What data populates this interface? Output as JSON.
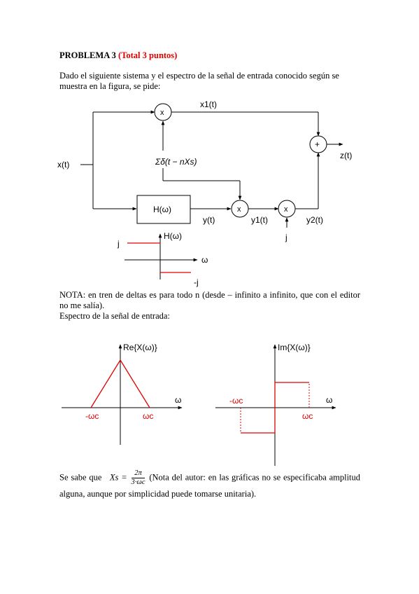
{
  "header": {
    "title_main": "PROBLEMA 3",
    "title_points": "(Total 3 puntos)"
  },
  "intro_text": "Dado el siguiente sistema y el espectro de la señal de entrada conocido según se muestra en la figura, se pide:",
  "block_diagram": {
    "input_label": "x(t)",
    "x1_label": "x1(t)",
    "z_label": "z(t)",
    "delta_train_label": "Σδ(t − nXs)",
    "filter_label": "H(ω)",
    "y_label": "y(t)",
    "y1_label": "y1(t)",
    "y2_label": "y2(t)",
    "j_input_label": "j",
    "multiplier_symbol": "x",
    "adder_symbol": "+"
  },
  "h_plot": {
    "ylabel": "H(ω)",
    "xlabel": "ω",
    "upper_label": "j",
    "lower_label": "-j",
    "color": "#e00000"
  },
  "nota_text": "NOTA: en tren de deltas es para todo n (desde – infinito a infinito, que con el editor no me salía).",
  "espectro_text": "Espectro de la señal de entrada:",
  "chart_data": [
    {
      "type": "line",
      "ylabel": "Re{X(ω)}",
      "xlabel": "ω",
      "tick_labels": [
        "-ωc",
        "ωc"
      ],
      "x": [
        -1,
        0,
        1
      ],
      "values": [
        0,
        1,
        0
      ],
      "color": "#e00000"
    },
    {
      "type": "line",
      "ylabel": "Im{X(ω)}",
      "xlabel": "ω",
      "tick_labels": [
        "-ωc",
        "ωc"
      ],
      "x": [
        -1,
        0,
        0,
        1
      ],
      "values": [
        -1,
        -1,
        1,
        1
      ],
      "color": "#e00000"
    }
  ],
  "footer": {
    "se_sabe": "Se sabe que",
    "xs_eq": "Xs =",
    "frac_num": "2π",
    "frac_den": "3·ωc",
    "note": "(Nota del autor: en las gráficas no se especificaba amplitud alguna, aunque por simplicidad puede tomarse unitaria)."
  }
}
